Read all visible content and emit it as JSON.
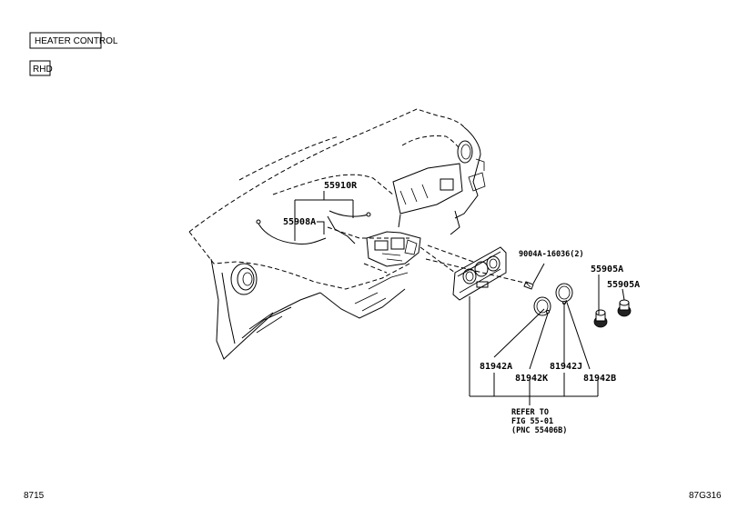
{
  "header": {
    "title_box": "HEATER CONTROL",
    "variant_box": "RHD"
  },
  "parts": {
    "p55910R": "55910R",
    "p55908A": "55908A",
    "p9004A": "9004A-16036(2)",
    "p55905A_1": "55905A",
    "p55905A_2": "55905A",
    "p81942A": "81942A",
    "p81942K": "81942K",
    "p81942J": "81942J",
    "p81942B": "81942B"
  },
  "reference_note": {
    "line1": "REFER TO",
    "line2": "FIG 55-01",
    "line3": "(PNC 55406B)"
  },
  "footer": {
    "left_code": "8715",
    "right_code": "87G316"
  }
}
